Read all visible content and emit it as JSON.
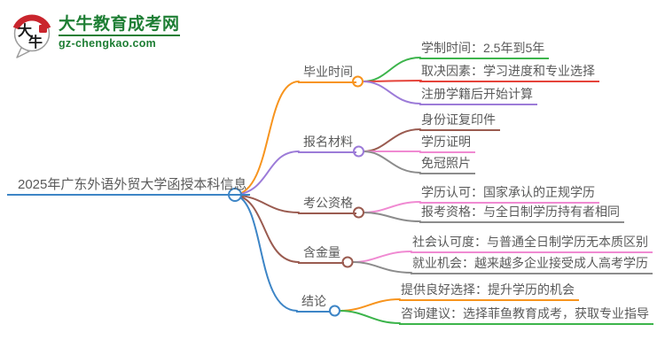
{
  "logo": {
    "icon_chars": [
      "大",
      "牛"
    ],
    "site_name": "大牛教育成考网",
    "site_url": "gz-chengkao.com",
    "brand_green": "#1e7e34",
    "brand_red": "#c9252d"
  },
  "central": {
    "label": "2025年广东外语外贸大学函授本科信息",
    "color": "#3d85c6"
  },
  "branches": [
    {
      "label": "毕业时间",
      "color": "#f7941e",
      "children": [
        {
          "text": "学制时间：2.5年到5年",
          "color": "#3cb44b"
        },
        {
          "text": "取决因素：学习进度和专业选择",
          "color": "#e5433a"
        },
        {
          "text": "注册学籍后开始计算",
          "color": "#9c7bd8"
        }
      ]
    },
    {
      "label": "报名材料",
      "color": "#9c7bd8",
      "children": [
        {
          "text": "身份证复印件",
          "color": "#9a5b50"
        },
        {
          "text": "学历证明",
          "color": "#f08ad2"
        },
        {
          "text": "免冠照片",
          "color": "#8c8c8c"
        }
      ]
    },
    {
      "label": "考公资格",
      "color": "#9a5b50",
      "children": [
        {
          "text": "学历认可：国家承认的正规学历",
          "color": "#f08ad2"
        },
        {
          "text": "报考资格：与全日制学历持有者相同",
          "color": "#8c8c8c"
        }
      ]
    },
    {
      "label": "含金量",
      "color": "#9a5b50",
      "children": [
        {
          "text": "社会认可度：与普通全日制学历无本质区别",
          "color": "#f08ad2"
        },
        {
          "text": "就业机会：越来越多企业接受成人高考学历",
          "color": "#8c8c8c"
        }
      ]
    },
    {
      "label": "结论",
      "color": "#3d85c6",
      "children": [
        {
          "text": "提供良好选择：提升学历的机会",
          "color": "#f7941e"
        },
        {
          "text": "咨询建议：选择菲鱼教育成考，获取专业指导",
          "color": "#3cb44b"
        }
      ]
    }
  ]
}
